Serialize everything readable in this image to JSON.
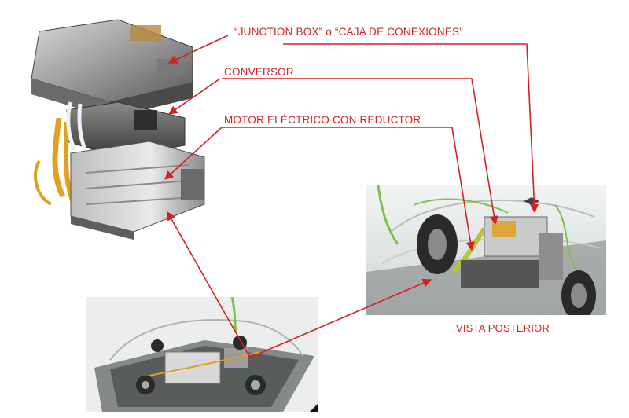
{
  "labels": {
    "junction_box": "“JUNCTION BOX” o “CAJA DE CONEXIONES”",
    "conversor": "CONVERSOR",
    "motor": "MOTOR ELÉCTRICO CON REDUCTOR",
    "rear_view": "VISTA POSTERIOR"
  },
  "colors": {
    "callout": "#d42020",
    "cable_orange": "#e0a020",
    "cable_green": "#7cc24a"
  },
  "icons": {
    "engine": "powertrain-render",
    "rear_view": "rear-chassis-render",
    "car": "car-chassis-render"
  }
}
